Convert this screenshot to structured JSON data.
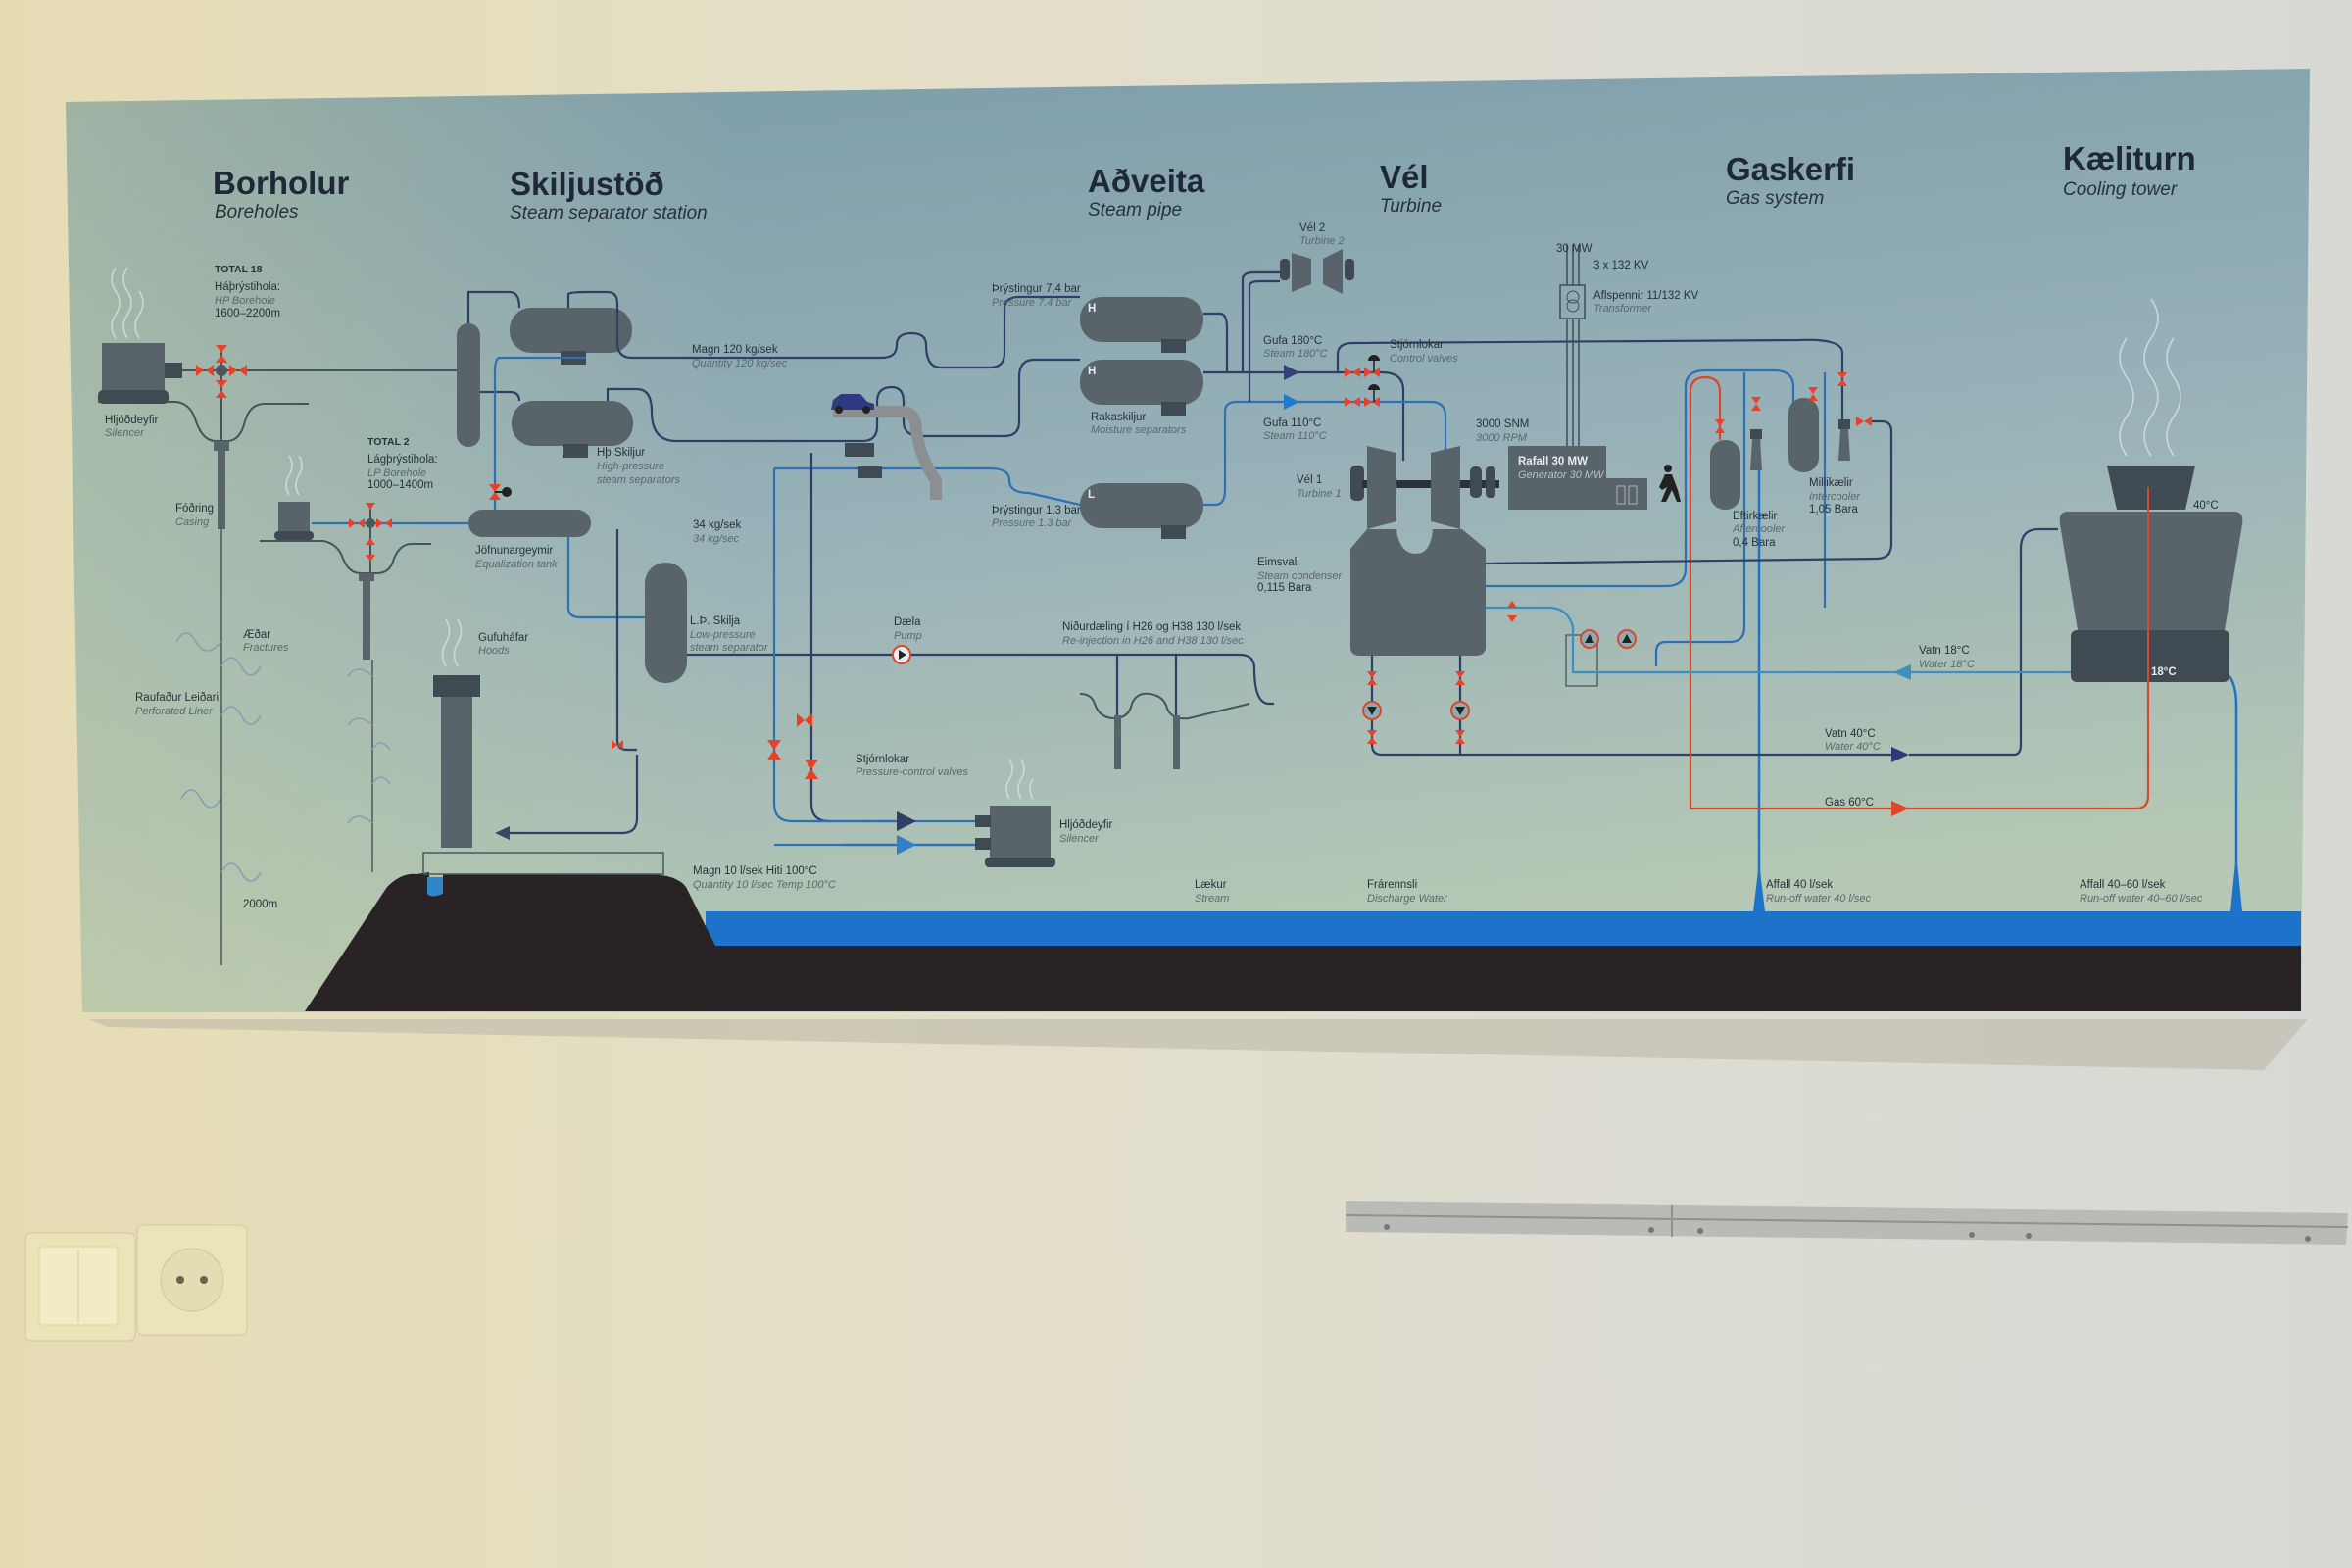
{
  "sections": {
    "boreholes": {
      "title": "Borholur",
      "subtitle": "Boreholes"
    },
    "separator": {
      "title": "Skiljustöð",
      "subtitle": "Steam separator station"
    },
    "steam_pipe": {
      "title": "Aðveita",
      "subtitle": "Steam pipe"
    },
    "turbine": {
      "title": "Vél",
      "subtitle": "Turbine"
    },
    "gas": {
      "title": "Gaskerfi",
      "subtitle": "Gas system"
    },
    "cooling": {
      "title": "Kæliturn",
      "subtitle": "Cooling tower"
    }
  },
  "labels": {
    "total18": "TOTAL 18",
    "hp_hole": "Háþrýstihola:",
    "hp_hole_en": "HP Borehole",
    "hp_depth": "1600–2200m",
    "silencer1": "Hljóðdeyfir",
    "silencer1_en": "Silencer",
    "total2": "TOTAL 2",
    "lp_hole": "Lágþrýstihola:",
    "lp_hole_en": "LP Borehole",
    "lp_depth": "1000–1400m",
    "casing": "Fóðring",
    "casing_en": "Casing",
    "fractures": "Æðar",
    "fractures_en": "Fractures",
    "liner": "Raufaður Leiðari",
    "liner_en": "Perforated Liner",
    "depth2000": "2000m",
    "hp_sep": "Hþ Skiljur",
    "hp_sep_en1": "High-pressure",
    "hp_sep_en2": "steam separators",
    "q120": "Magn 120 kg/sek",
    "q120_en": "Quantity 120 kg/sec",
    "eq_tank": "Jöfnunargeymir",
    "eq_tank_en": "Equalization tank",
    "q34": "34 kg/sek",
    "q34_en": "34 kg/sec",
    "hoods": "Gufuháfar",
    "hoods_en": "Hoods",
    "lp_sep": "L.Þ. Skilja",
    "lp_sep_en1": "Low-pressure",
    "lp_sep_en2": "steam separator",
    "pump": "Dæla",
    "pump_en": "Pump",
    "pcv": "Stjórnlokar",
    "pcv_en": "Pressure-control valves",
    "silencer2": "Hljóðdeyfir",
    "silencer2_en": "Silencer",
    "q10": "Magn 10 l/sek Hiti 100°C",
    "q10_en": "Quantity 10 l/sec Temp 100°C",
    "p74": "Þrýstingur 7,4 bar",
    "p74_en": "Pressure 7.4 bar",
    "moist": "Rakaskiljur",
    "moist_en": "Moisture separators",
    "p13": "Þrýstingur 1,3 bar",
    "p13_en": "Pressure 1.3 bar",
    "h_mark": "H",
    "l_mark": "L",
    "reinj": "Niðurdæling í H26 og H38 130 l/sek",
    "reinj_en": "Re-injection in H26 and H38 130 l/sec",
    "t2": "Vél 2",
    "t2_en": "Turbine 2",
    "s180": "Gufa 180°C",
    "s180_en": "Steam 180°C",
    "cv": "Stjórnlokar",
    "cv_en": "Control valves",
    "s110": "Gufa 110°C",
    "s110_en": "Steam 110°C",
    "t1": "Vél 1",
    "t1_en": "Turbine 1",
    "cond": "Eimsvali",
    "cond_en": "Steam condenser",
    "cond_p": "0,115 Bara",
    "rpm": "3000 SNM",
    "rpm_en": "3000 RPM",
    "gen": "Rafall 30 MW",
    "gen_en": "Generator 30 MW",
    "mw30": "30 MW",
    "kv": "3 x 132 KV",
    "trans": "Aflspennir 11/132 KV",
    "trans_en": "Transformer",
    "after": "Eftirkælir",
    "after_en": "Aftercooler",
    "after_p": "0,4 Bara",
    "inter": "Millikælir",
    "inter_en": "Intercooler",
    "inter_p": "1,05 Bara",
    "t40": "40°C",
    "t18": "18°C",
    "w18": "Vatn 18°C",
    "w18_en": "Water 18°C",
    "w40": "Vatn 40°C",
    "w40_en": "Water 40°C",
    "gas60": "Gas 60°C",
    "stream": "Lækur",
    "stream_en": "Stream",
    "discharge": "Frárennsli",
    "discharge_en": "Discharge Water",
    "runoff40": "Affall 40 l/sek",
    "runoff40_en": "Run-off water 40 l/sec",
    "runoff4060": "Affall 40–60 l/sek",
    "runoff4060_en": "Run-off water 40–60 l/sec"
  },
  "colors": {
    "steam_hp": "#2f3f66",
    "steam_lp": "#2f6fb5",
    "gas": "#d9482c",
    "valve": "#e8412a",
    "water": "#1c73c9",
    "ground": "#2a2326"
  }
}
